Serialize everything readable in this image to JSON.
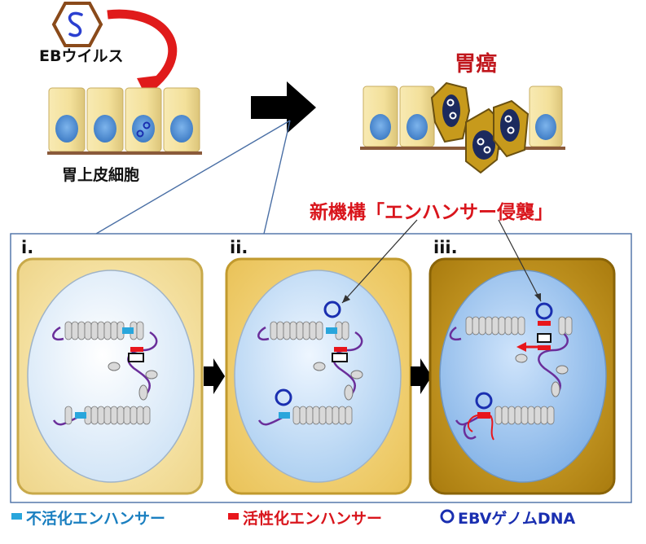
{
  "top": {
    "virus_label": "EBウイルス",
    "cell_label": "胃上皮細胞",
    "cancer_label": "胃癌"
  },
  "mechanism_label": "新機構「エンハンサー侵襲」",
  "panels": [
    {
      "id": "i",
      "label": "i."
    },
    {
      "id": "ii",
      "label": "ii."
    },
    {
      "id": "iii",
      "label": "iii."
    }
  ],
  "legend": [
    {
      "label": "不活化エンハンサー",
      "color": "#29a6dc"
    },
    {
      "label": "活性化エンハンサー",
      "color": "#e8161c"
    },
    {
      "label": "EBVゲノムDNA",
      "color": "#1a2fb0"
    }
  ],
  "colors": {
    "cell_fill": "#f3e3a1",
    "nucleus_fill": "#5a95d4",
    "cancer_fill": "#c79a1c",
    "arrow_red": "#e01b1b",
    "panel1_bg": "#f8e7a6",
    "panel2_bg": "#f5d97a",
    "panel3_bg": "#c99a1a"
  }
}
